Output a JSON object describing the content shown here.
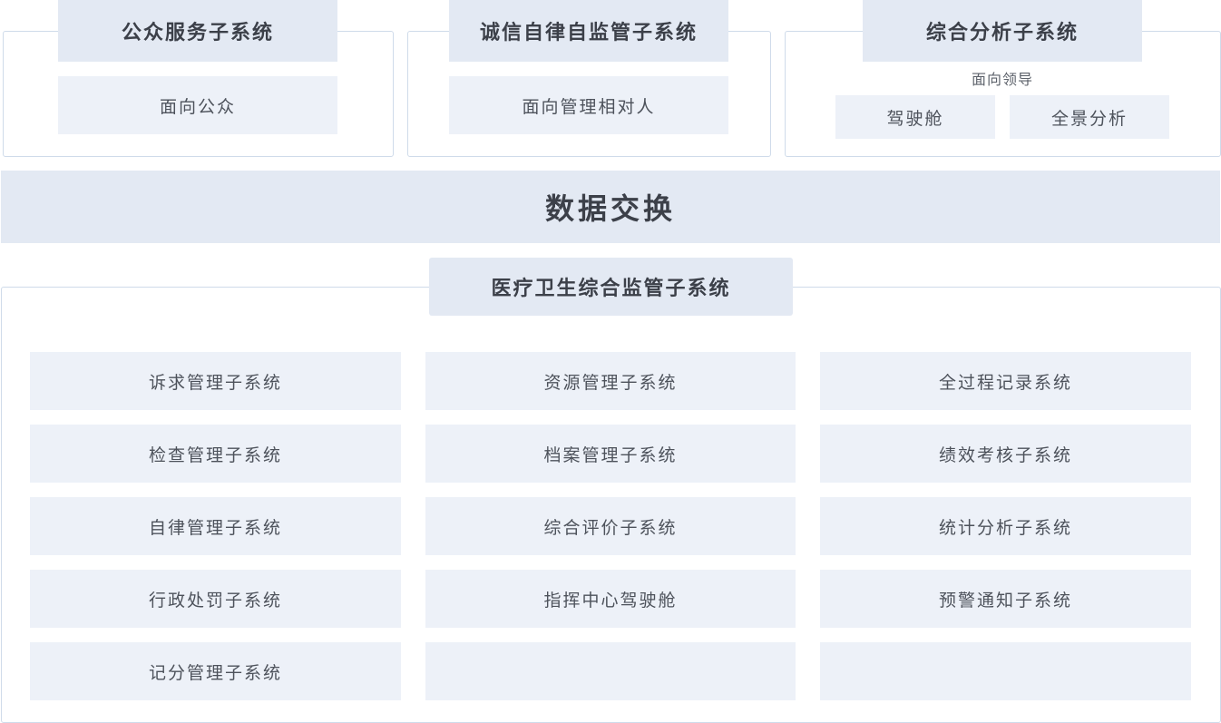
{
  "top_panels": [
    {
      "title": "公众服务子系统",
      "items": [
        "面向公众"
      ]
    },
    {
      "title": "诚信自律自监管子系统",
      "items": [
        "面向管理相对人"
      ]
    },
    {
      "title": "综合分析子系统",
      "subtitle": "面向领导",
      "items": [
        "驾驶舱",
        "全景分析"
      ]
    }
  ],
  "exchange_band": {
    "label": "数据交换"
  },
  "main_panel": {
    "title": "医疗卫生综合监管子系统",
    "grid": [
      [
        "诉求管理子系统",
        "资源管理子系统",
        "全过程记录系统"
      ],
      [
        "检查管理子系统",
        "档案管理子系统",
        "绩效考核子系统"
      ],
      [
        "自律管理子系统",
        "综合评价子系统",
        "统计分析子系统"
      ],
      [
        "行政处罚子系统",
        "指挥中心驾驶舱",
        "预警通知子系统"
      ],
      [
        "记分管理子系统",
        "",
        ""
      ]
    ]
  }
}
